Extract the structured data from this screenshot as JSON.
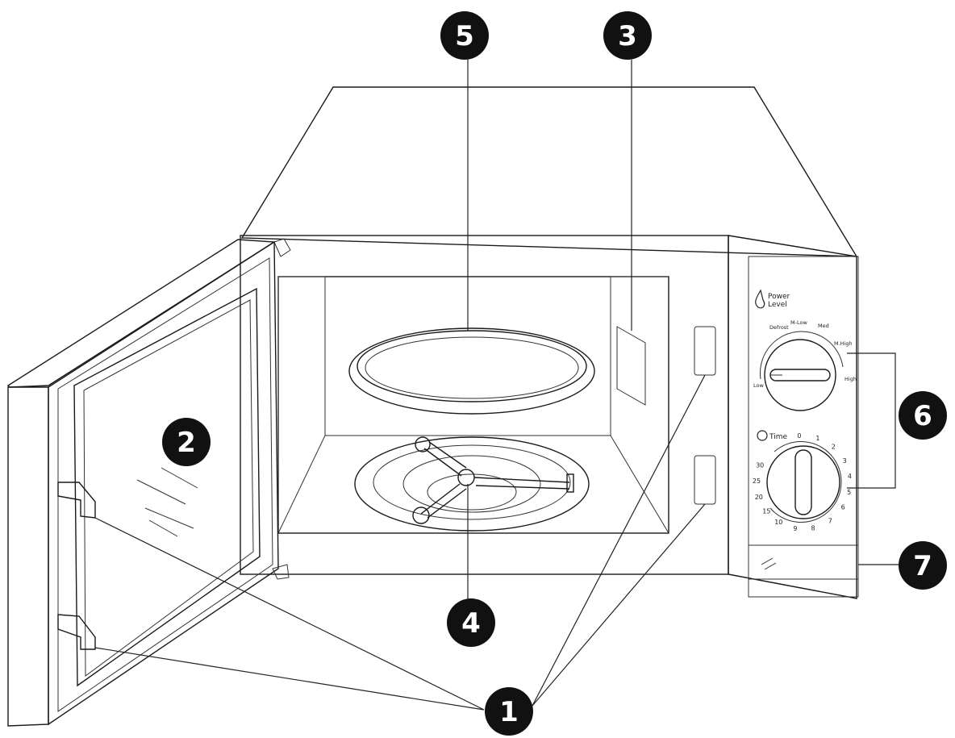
{
  "callouts": [
    {
      "id": "1",
      "label": "1"
    },
    {
      "id": "2",
      "label": "2"
    },
    {
      "id": "3",
      "label": "3"
    },
    {
      "id": "4",
      "label": "4"
    },
    {
      "id": "5",
      "label": "5"
    },
    {
      "id": "6",
      "label": "6"
    },
    {
      "id": "7",
      "label": "7"
    }
  ],
  "control_panel": {
    "power_title_line1": "Power",
    "power_title_line2": "Level",
    "power_levels": {
      "defrost": "Defrost",
      "m_low": "M-Low",
      "med": "Med",
      "m_high": "M.High",
      "high": "High",
      "low": "Low"
    },
    "time_title": "Time",
    "time_marks": [
      "0",
      "1",
      "2",
      "3",
      "4",
      "5",
      "6",
      "7",
      "8",
      "9",
      "10",
      "15",
      "20",
      "25",
      "30"
    ]
  }
}
